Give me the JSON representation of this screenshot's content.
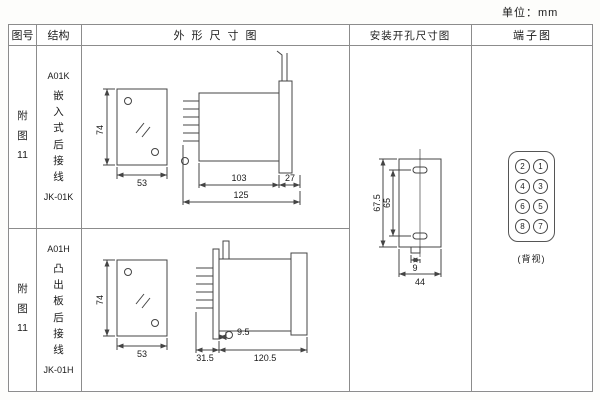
{
  "unit_label": "单位：mm",
  "headers": {
    "fig_no": "图号",
    "structure": "结构",
    "outline": "外形尺寸图",
    "mounting": "安装开孔尺寸图",
    "terminal": "端子图"
  },
  "rows": [
    {
      "fig_lines": [
        "附",
        "图",
        "11"
      ],
      "model_type": "A01K",
      "structure_lines": [
        "嵌",
        "入",
        "式",
        "后",
        "接",
        "线"
      ],
      "model_code": "JK-01K",
      "dims": {
        "front_height": "74",
        "front_width": "53",
        "body_length": "103",
        "flange_depth": "27",
        "total_length": "125"
      }
    },
    {
      "fig_lines": [
        "附",
        "图",
        "11"
      ],
      "model_type": "A01H",
      "structure_lines": [
        "凸",
        "出",
        "板",
        "后",
        "接",
        "线"
      ],
      "model_code": "JK-01H",
      "dims": {
        "front_height": "74",
        "front_width": "53",
        "front_depth": "31.5",
        "panel_gap": "9.5",
        "rear_length": "120.5"
      }
    }
  ],
  "mounting": {
    "dims": {
      "height_outer": "67.5",
      "height_inner": "65",
      "slot_offset": "9",
      "width": "44"
    }
  },
  "terminal": {
    "numbers": [
      "2",
      "1",
      "4",
      "3",
      "6",
      "5",
      "8",
      "7"
    ],
    "note": "(背视)"
  }
}
